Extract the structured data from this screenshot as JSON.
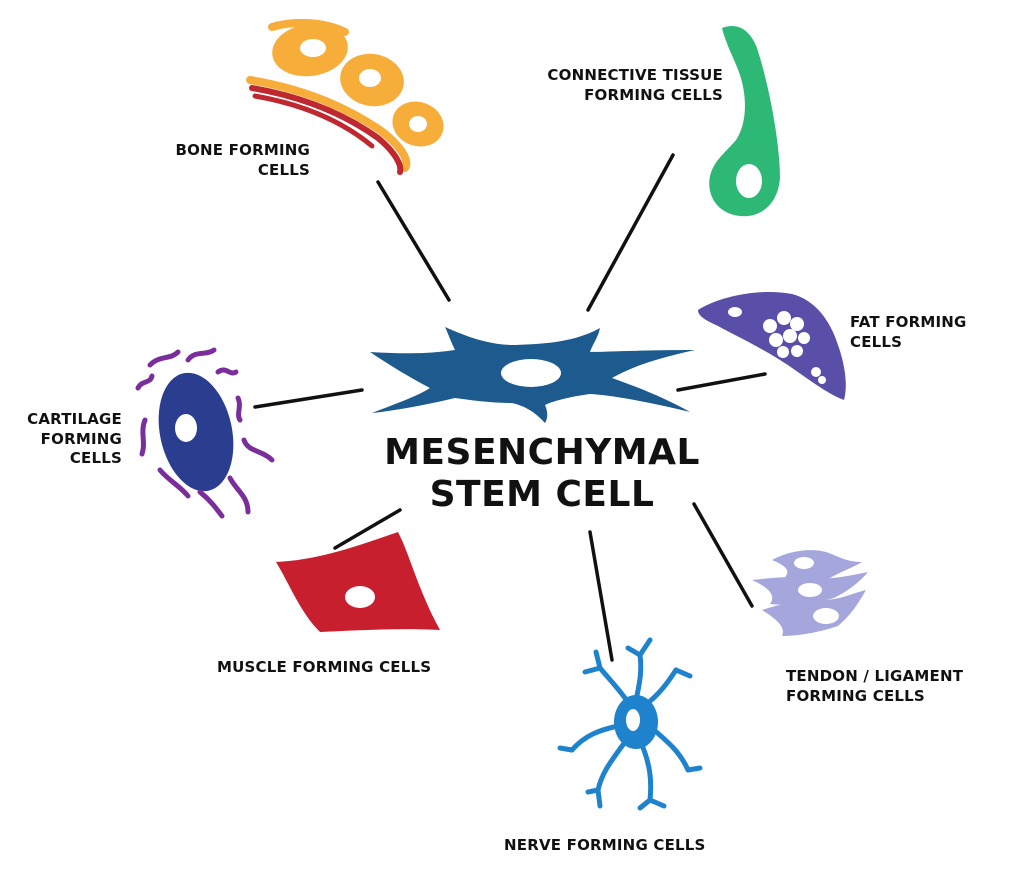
{
  "center": {
    "title_line1": "MESENCHYMAL",
    "title_line2": "STEM CELL",
    "cell_color": "#1d5a8e"
  },
  "cell_types": {
    "bone": {
      "line1": "BONE FORMING",
      "line2": "CELLS",
      "color": "#f7ad3a",
      "accent": "#c0282f"
    },
    "connective": {
      "line1": "CONNECTIVE TISSUE",
      "line2": "FORMING CELLS",
      "color": "#2eb876"
    },
    "fat": {
      "line1": "FAT FORMING",
      "line2": "CELLS",
      "color": "#5a4fa8"
    },
    "cartilage": {
      "line1": "CARTILAGE",
      "line2": "FORMING",
      "line3": "CELLS",
      "color": "#2a3d8f",
      "accent": "#7a2e9c"
    },
    "muscle": {
      "line1": "MUSCLE FORMING CELLS",
      "color": "#c81f2f"
    },
    "nerve": {
      "line1": "NERVE FORMING CELLS",
      "color": "#1f82cc"
    },
    "tendon": {
      "line1": "TENDON / LIGAMENT",
      "line2": "FORMING CELLS",
      "color": "#a4a6dc"
    }
  }
}
